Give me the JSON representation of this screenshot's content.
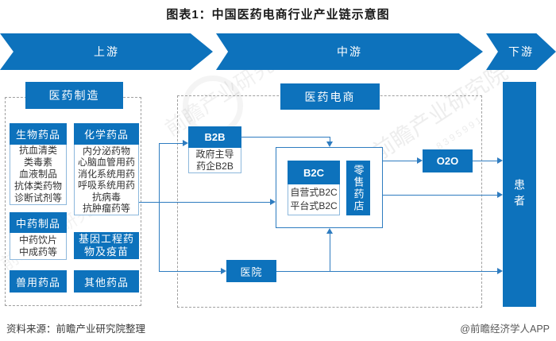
{
  "title": "图表1：中国医药电商行业产业链示意图",
  "stages": {
    "upstream": "上游",
    "midstream": "中游",
    "downstream": "下游"
  },
  "upstream_section": {
    "header": "医药制造",
    "biological": {
      "title": "生物药品",
      "items": "抗血清类\n类毒素\n血液制品\n抗体类药物\n诊断试剂等"
    },
    "chemical": {
      "title": "化学药品",
      "items": "内分泌药物\n心脑血管用药\n消化系统用药\n呼吸系统用药\n抗病毒\n抗肿瘤药等"
    },
    "tcm": {
      "title": "中药制品",
      "items": "中药饮片\n中成药等"
    },
    "gene": {
      "title": "基因工程药物及疫苗"
    },
    "veterinary": {
      "title": "兽用药品"
    },
    "other": {
      "title": "其他药品"
    }
  },
  "midstream_section": {
    "header": "医药电商",
    "b2b": {
      "title": "B2B",
      "items": "政府主导\n药企B2B"
    },
    "b2c": {
      "title": "B2C",
      "items": "自营式B2C\n平台式B2C"
    },
    "retail": "零售药店",
    "o2o": "O2O",
    "hospital": "医院"
  },
  "downstream_section": {
    "patient": "患者"
  },
  "footer": {
    "source": "资料来源：前瞻产业研究院整理",
    "credit": "@前瞻经济学人APP"
  },
  "watermark": {
    "text": "前瞻产业研究院",
    "digits": "8395991"
  },
  "colors": {
    "brand_blue": "#0d72bc",
    "line_blue": "#2e7cc0",
    "light_border": "#8db8dc",
    "dashed_gray": "#9f9f9f",
    "text_dark": "#333333"
  }
}
